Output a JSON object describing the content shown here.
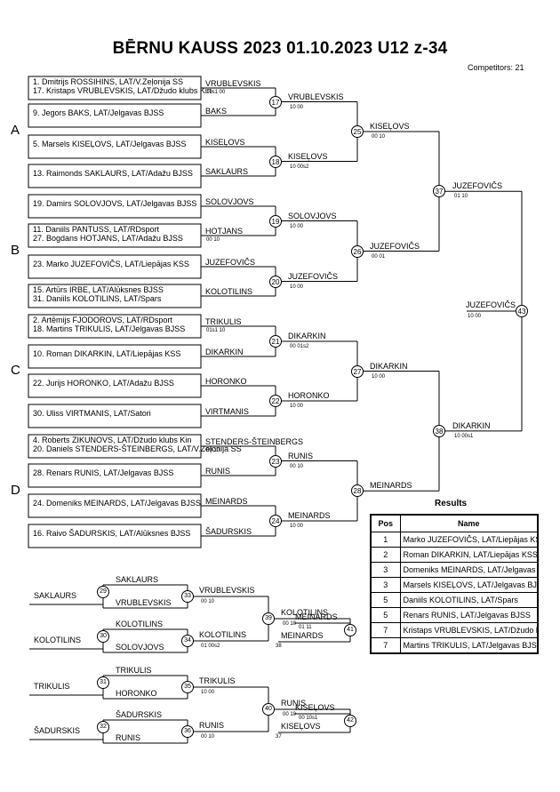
{
  "header": {
    "title": "BĒRNU KAUSS 2023  01.10.2023      U12 z-34",
    "competitors": "Competitors: 21"
  },
  "pools": [
    "A",
    "B",
    "C",
    "D"
  ],
  "entries": [
    "1. Dmitrijs ROSSIHINS, LAT/V.Zeļonija SS",
    "17. Kristaps VRUBLEVSKIS, LAT/Džudo klubs Kin",
    "9. Jegors BAKS, LAT/Jelgavas BJSS",
    "5. Marsels KISEĻOVS, LAT/Jelgavas BJSS",
    "13. Raimonds SAKLAURS, LAT/Adažu BJSS",
    "19. Damirs SOLOVJOVS, LAT/Jelgavas BJSS",
    "11. Daniils PANTUSS, LAT/RDsport",
    "27. Bogdans HOTJANS, LAT/Adažu BJSS",
    "23. Marko JUZEFOVIČS, LAT/Liepājas KSS",
    "15. Artūrs IRBE, LAT/Alūksnes BJSS",
    "31. Daniils KOLOTILINS, LAT/Spars",
    "2. Artēmijs FJODOROVS, LAT/RDsport",
    "18. Martins TRIKULIS, LAT/Jelgavas BJSS",
    "10. Roman DIKARKIN, LAT/Liepājas KSS",
    "22. Jurijs HORONKO, LAT/Adažu BJSS",
    "30. Uliss VIRTMANIS, LAT/Satori",
    "4. Roberts ZIKUNOVS, LAT/Džudo klubs Kin",
    "20. Daniels STENDERS-ŠTEINBERGS, LAT/V.Zeļonija SS",
    "28. Renars RUNIS, LAT/Jelgavas BJSS",
    "24. Domeniks MEINARDS, LAT/Jelgavas BJSS",
    "16. Raivo ŠADURSKIS, LAT/Alūksnes BJSS"
  ],
  "round1": [
    "VRUBLEVSKIS",
    "BAKS",
    "KISEĻOVS",
    "SAKLAURS",
    "SOLOVJOVS",
    "HOTJANS",
    "JUZEFOVIČS",
    "KOLOTILINS",
    "TRIKULIS",
    "DIKARKIN",
    "HORONKO",
    "VIRTMANIS",
    "STENDERS-ŠTEINBERGS",
    "RUNIS",
    "MEINARDS",
    "ŠADURSKIS"
  ],
  "early_scores": [
    "10s1 00",
    "00 10",
    "01s1 10",
    "00 10"
  ],
  "round2": [
    {
      "n": "VRUBLEVSKIS",
      "s": "10 00"
    },
    {
      "n": "KISEĻOVS",
      "s": "10 00s2"
    },
    {
      "n": "SOLOVJOVS",
      "s": "10 00"
    },
    {
      "n": "JUZEFOVIČS",
      "s": "10 00"
    },
    {
      "n": "DIKARKIN",
      "s": "00 01s2"
    },
    {
      "n": "HORONKO",
      "s": "10 00"
    },
    {
      "n": "RUNIS",
      "s": "00 10"
    },
    {
      "n": "MEINARDS",
      "s": "10 00"
    }
  ],
  "round3": [
    {
      "n": "KISEĻOVS",
      "s": "00 10"
    },
    {
      "n": "JUZEFOVIČS",
      "s": "00 01"
    },
    {
      "n": "DIKARKIN",
      "s": "10 00"
    },
    {
      "n": "MEINARDS",
      "s": ""
    }
  ],
  "round4": [
    {
      "n": "JUZEFOVIČS",
      "s": "01 10"
    },
    {
      "n": "DIKARKIN",
      "s": "10 00s1"
    }
  ],
  "final": {
    "n": "JUZEFOVIČS",
    "s": "10 00"
  },
  "contests": [
    "17",
    "18",
    "19",
    "20",
    "21",
    "22",
    "23",
    "24",
    "25",
    "26",
    "27",
    "28",
    "37",
    "38",
    "43"
  ],
  "repechage": {
    "entrants": [
      "SAKLAURS",
      "KOLOTILINS",
      "TRIKULIS",
      "ŠADURSKIS"
    ],
    "r1": [
      {
        "c": "29",
        "top": "SAKLAURS",
        "bot": "VRUBLEVSKIS"
      },
      {
        "c": "30",
        "top": "KOLOTILINS",
        "bot": "SOLOVJOVS"
      },
      {
        "c": "31",
        "top": "TRIKULIS",
        "bot": "HORONKO"
      },
      {
        "c": "32",
        "top": "ŠADURSKIS",
        "bot": "RUNIS"
      }
    ],
    "r2": [
      {
        "c": "33",
        "n": "VRUBLEVSKIS",
        "s": "00 10"
      },
      {
        "c": "34",
        "n": "KOLOTILINS",
        "s": "01 00s2"
      },
      {
        "c": "35",
        "n": "TRIKULIS",
        "s": "10 00"
      },
      {
        "c": "36",
        "n": "RUNIS",
        "s": "00 10"
      }
    ],
    "r3": [
      {
        "c": "39",
        "n": "KOLOTILINS",
        "s": "00 10"
      },
      {
        "c": "40",
        "n": "RUNIS",
        "s": "00 10"
      }
    ],
    "bronze": [
      {
        "c": "41",
        "opp": "MEINARDS",
        "from": "38",
        "n": "MEINARDS",
        "s": "01 11"
      },
      {
        "c": "42",
        "opp": "KISEĻOVS",
        "from": "37",
        "n": "KISEĻOVS",
        "s": "00 10s1"
      }
    ]
  },
  "results": {
    "title": "Results",
    "headers": [
      "Pos",
      "Name"
    ],
    "rows": [
      {
        "pos": "1",
        "name": "Marko JUZEFOVIČS, LAT/Liepājas KSS"
      },
      {
        "pos": "2",
        "name": "Roman DIKARKIN, LAT/Liepājas KSS"
      },
      {
        "pos": "3",
        "name": "Domeniks MEINARDS, LAT/Jelgavas BJSS"
      },
      {
        "pos": "3",
        "name": "Marsels KISEĻOVS, LAT/Jelgavas BJSS"
      },
      {
        "pos": "5",
        "name": "Daniils KOLOTILINS, LAT/Spars"
      },
      {
        "pos": "5",
        "name": "Renars RUNIS, LAT/Jelgavas BJSS"
      },
      {
        "pos": "7",
        "name": "Kristaps VRUBLEVSKIS, LAT/Džudo klubs Kin"
      },
      {
        "pos": "7",
        "name": "Martins TRIKULIS, LAT/Jelgavas BJSS"
      }
    ]
  }
}
